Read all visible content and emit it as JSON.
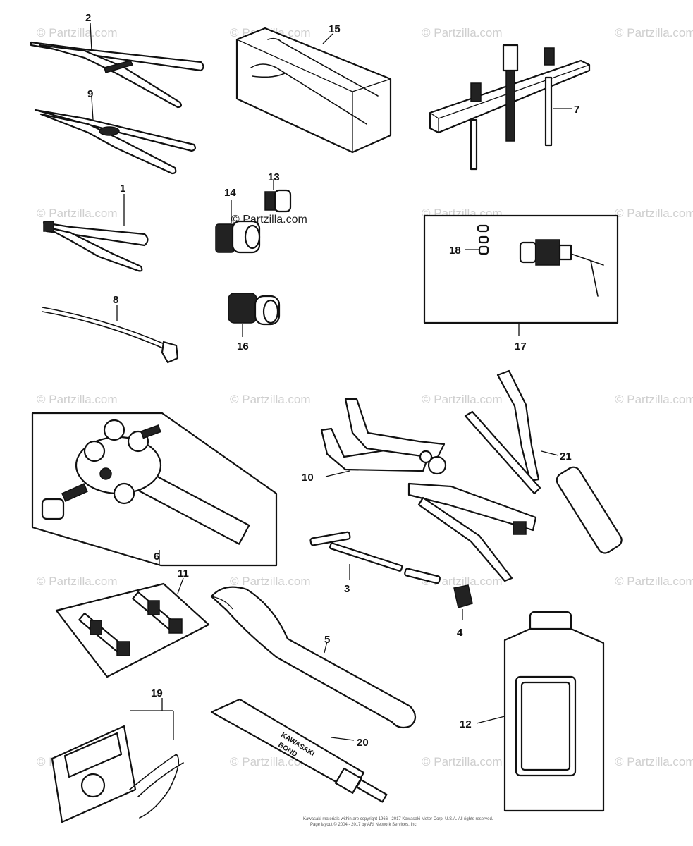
{
  "watermark": "© Partzilla.com",
  "center_watermark": "© Partzilla.com",
  "callouts": {
    "c1": "1",
    "c2": "2",
    "c3": "3",
    "c4": "4",
    "c5": "5",
    "c6": "6",
    "c7": "7",
    "c8": "8",
    "c9": "9",
    "c10": "10",
    "c11": "11",
    "c12": "12",
    "c13": "13",
    "c14": "14",
    "c15": "15",
    "c16": "16",
    "c17": "17",
    "c18": "18",
    "c19": "19",
    "c20": "20",
    "c21": "21"
  },
  "product_text": {
    "tube_line1": "KAWASAKI",
    "tube_line2": "BOND"
  },
  "copyright_line1": "Kawasaki materials within are copyright 1966 - 2017 Kawasaki Motor Corp. U.S.A. All rights reserved.",
  "copyright_line2": "Page layout © 2004 - 2017 by ARI Network Services, Inc."
}
